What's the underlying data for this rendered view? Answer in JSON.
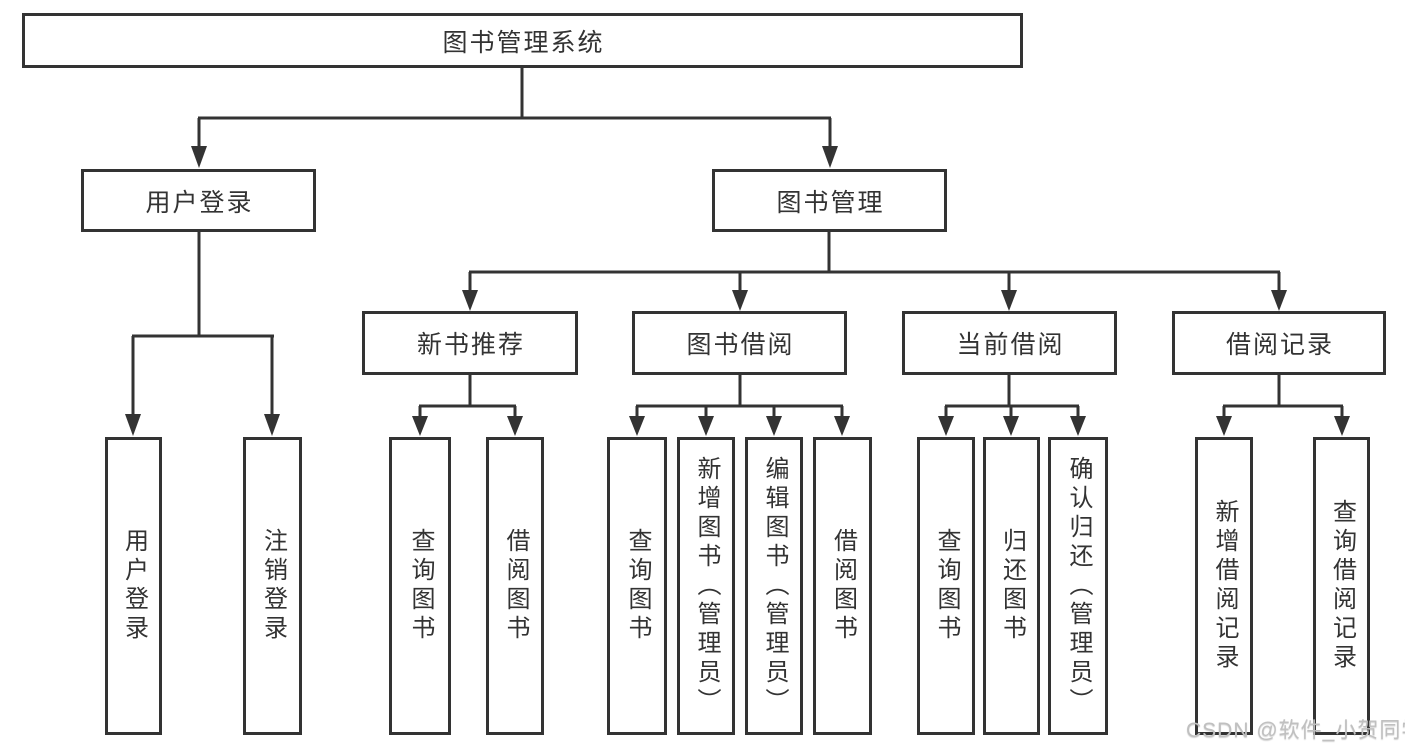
{
  "tree": {
    "root": {
      "label": "图书管理系统",
      "children": [
        {
          "label": "用户登录",
          "children": [
            {
              "label": "用户登录"
            },
            {
              "label": "注销登录"
            }
          ]
        },
        {
          "label": "图书管理",
          "children": [
            {
              "label": "新书推荐",
              "children": [
                {
                  "label": "查询图书"
                },
                {
                  "label": "借阅图书"
                }
              ]
            },
            {
              "label": "图书借阅",
              "children": [
                {
                  "label": "查询图书"
                },
                {
                  "label": "新增图书（管理员）"
                },
                {
                  "label": "编辑图书（管理员）"
                },
                {
                  "label": "借阅图书"
                }
              ]
            },
            {
              "label": "当前借阅",
              "children": [
                {
                  "label": "查询图书"
                },
                {
                  "label": "归还图书"
                },
                {
                  "label": "确认归还（管理员）"
                }
              ]
            },
            {
              "label": "借阅记录",
              "children": [
                {
                  "label": "新增借阅记录"
                },
                {
                  "label": "查询借阅记录"
                }
              ]
            }
          ]
        }
      ]
    }
  },
  "watermark": {
    "text": "CSDN @软件_小贺同学"
  },
  "colors": {
    "line": "#333333",
    "text": "#333333",
    "box_background": "#ffffff",
    "page_background": "#ffffff",
    "watermark": "#c0c0c0"
  }
}
